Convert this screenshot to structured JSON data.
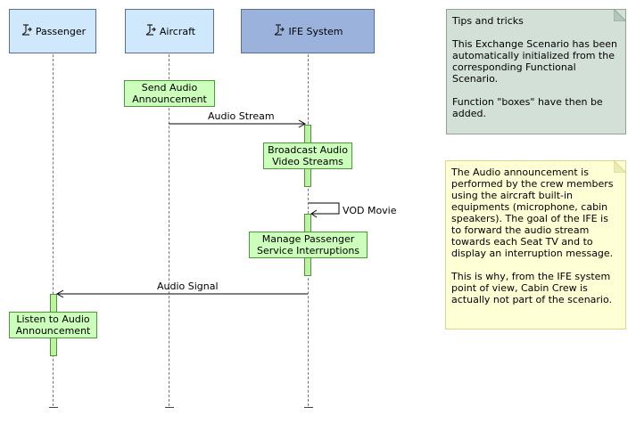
{
  "actors": [
    {
      "id": "passenger",
      "label": "Passenger"
    },
    {
      "id": "aircraft",
      "label": "Aircraft"
    },
    {
      "id": "ife",
      "label": "IFE System"
    }
  ],
  "functions": {
    "send_audio": "Send Audio\nAnnouncement",
    "broadcast": "Broadcast Audio\nVideo Streams",
    "manage": "Manage Passenger\nService Interruptions",
    "listen": "Listen to Audio\nAnnouncement"
  },
  "messages": {
    "audio_stream": "Audio Stream",
    "vod_movie": "VOD Movie",
    "audio_signal": "Audio Signal"
  },
  "notes": {
    "tips": "Tips and tricks\n\nThis Exchange Scenario has been automatically initialized from the corresponding Functional Scenario.\n\nFunction \"boxes\" have then be added.",
    "ife": "The Audio announcement is performed by the crew members using the aircraft built-in equipments (microphone, cabin speakers). The goal of the IFE is to forward the audio stream towards each Seat TV and to display an interruption message.\n\nThis is why, from the IFE system point of view, Cabin Crew is actually not part of the scenario."
  },
  "colors": {
    "actor_light": "#cfe8fb",
    "actor_dark": "#9bb3dc",
    "function_fill": "#ccffbb",
    "activation_fill": "#b9f5a0",
    "tips_note": "#d3e0d8",
    "yellow_note": "#ffffd6"
  },
  "icons": {
    "actor": "actor-icon"
  }
}
